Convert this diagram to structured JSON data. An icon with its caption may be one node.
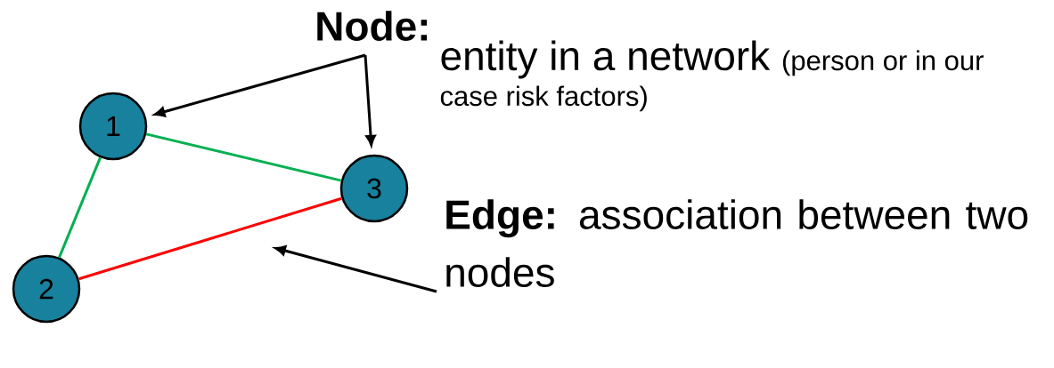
{
  "diagram": {
    "nodes": [
      {
        "text": [
          "1"
        ]
      },
      {
        "text": [
          "2"
        ]
      },
      {
        "text": [
          "3"
        ]
      },
      {
        "text": [
          "Node:",
          "entity in a network",
          "(person or in our case risk factors)"
        ]
      },
      {
        "text": [
          "Edge:",
          "association between two nodes"
        ]
      }
    ],
    "edges": [
      {
        "from": 0,
        "to": 1,
        "arrow": "none",
        "color": "#00b050"
      },
      {
        "from": 0,
        "to": 2,
        "arrow": "none",
        "color": "#00b050"
      },
      {
        "from": 1,
        "to": 2,
        "arrow": "none",
        "color": "#ff0000"
      },
      {
        "from": 3,
        "to": 0,
        "arrow": "to"
      },
      {
        "from": 3,
        "to": 2,
        "arrow": "to"
      },
      {
        "from": 4,
        "to": null,
        "arrow": "to"
      }
    ]
  }
}
